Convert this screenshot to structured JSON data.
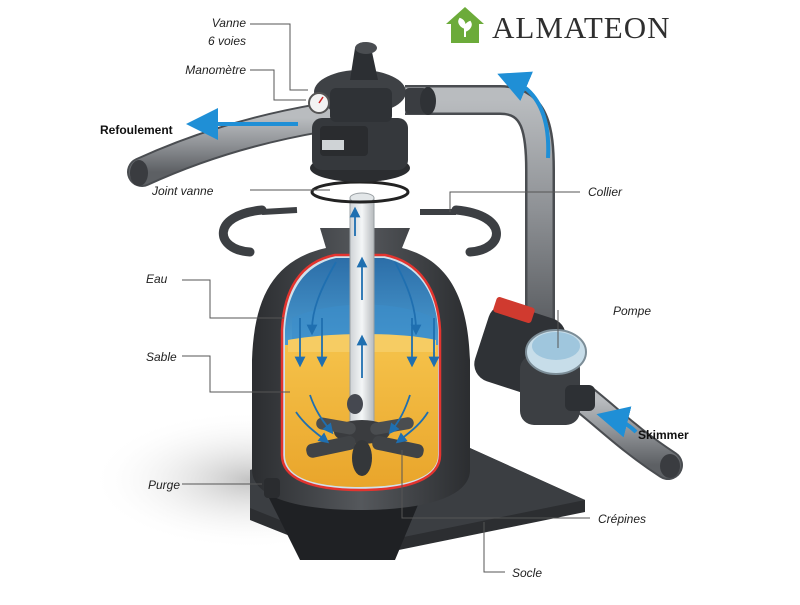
{
  "brand": {
    "name": "ALMATEON",
    "icon": "house-leaf-icon",
    "color": "#6cab3a"
  },
  "labels": {
    "vanne_line1": "Vanne",
    "vanne_line2": "6 voies",
    "manometre": "Manomètre",
    "refoulement": "Refoulement",
    "joint_vanne": "Joint vanne",
    "collier": "Collier",
    "eau": "Eau",
    "sable": "Sable",
    "pompe": "Pompe",
    "skimmer": "Skimmer",
    "purge": "Purge",
    "crepines": "Crépines",
    "socle": "Socle"
  },
  "colors": {
    "water": "#2f86c6",
    "sand": "#f2b43a",
    "tank": "#3b3d40",
    "flow_arrow": "#1f8fd6",
    "tank_outline": "#e3342f"
  }
}
